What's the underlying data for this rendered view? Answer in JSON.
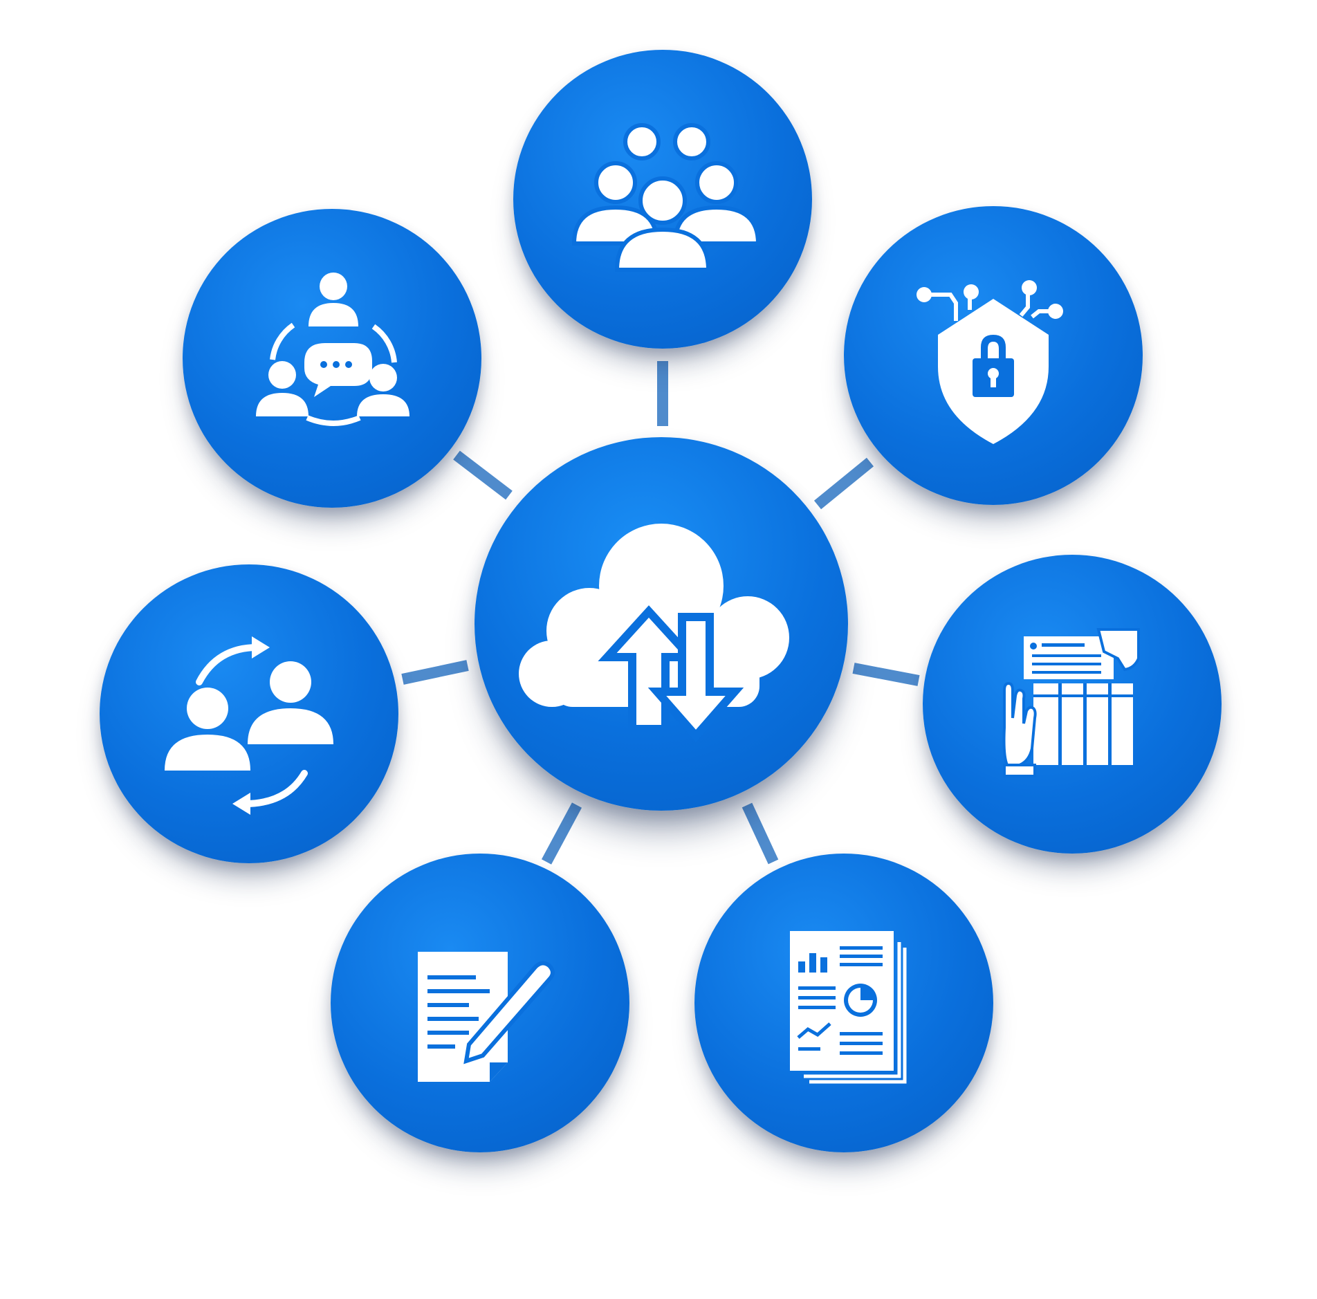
{
  "diagram": {
    "accent_color": "#0a70dd",
    "icon_color": "#ffffff",
    "connector_color": "#3d7fc7",
    "hub": {
      "icon": "cloud-upload-download-icon"
    },
    "satellites": [
      {
        "position": "top",
        "icon": "team-group-icon"
      },
      {
        "position": "upper-right",
        "icon": "security-shield-lock-icon"
      },
      {
        "position": "right",
        "icon": "spreadsheet-hand-icon"
      },
      {
        "position": "lower-right",
        "icon": "report-analytics-icon"
      },
      {
        "position": "lower-left",
        "icon": "document-edit-icon"
      },
      {
        "position": "left",
        "icon": "user-exchange-icon"
      },
      {
        "position": "upper-left",
        "icon": "team-communication-icon"
      }
    ]
  }
}
